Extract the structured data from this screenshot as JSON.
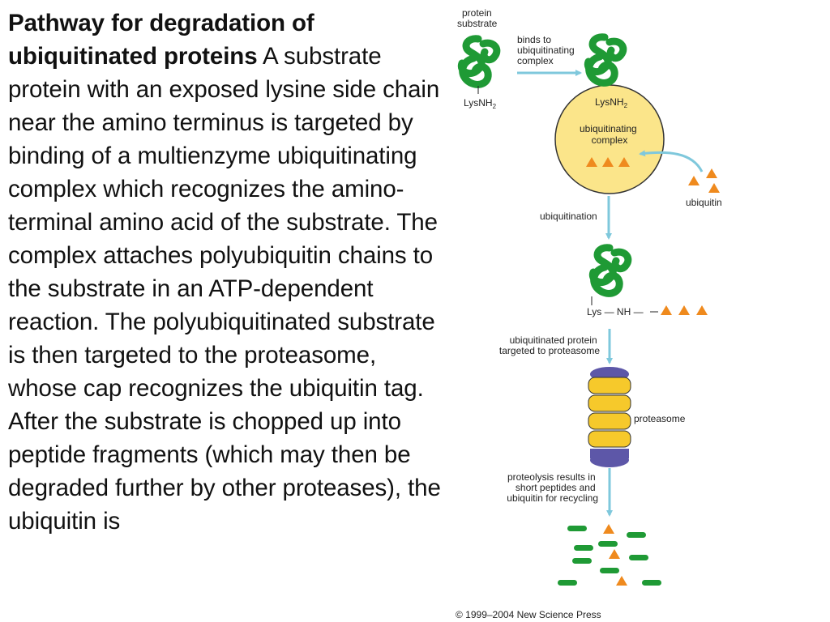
{
  "description": {
    "title": "Pathway for degradation of ubiquitinated proteins",
    "body": " A substrate protein with an exposed lysine side chain near the amino terminus is targeted by binding of a multienzyme ubiquitinating complex which recognizes the amino-terminal amino acid of the substrate. The complex attaches polyubiquitin chains to the substrate in an ATP-dependent reaction. The polyubiquitinated substrate is then targeted to the proteasome, whose cap recognizes the ubiquitin tag. After the substrate is chopped up into peptide fragments (which may then be degraded further by other proteases), the ubiquitin is"
  },
  "diagram": {
    "protein_substrate": [
      "protein",
      "substrate"
    ],
    "lysnh2_left": "LysNH",
    "binds_to": [
      "binds to",
      "ubiquitinating",
      "complex"
    ],
    "lysnh2_complex": "LysNH",
    "complex_label": [
      "ubiquitinating",
      "complex"
    ],
    "ubiquitin": "ubiquitin",
    "ubiquitination": "ubiquitination",
    "lys_nh": "Lys — NH —",
    "targeted": [
      "ubiquitinated protein",
      "targeted to proteasome"
    ],
    "proteasome": "proteasome",
    "proteolysis": [
      "proteolysis results in",
      "short peptides and",
      "ubiquitin for recycling"
    ],
    "copyright": "© 1999–2004 New Science Press",
    "colors": {
      "protein_green": "#1f9a35",
      "complex_yellow": "#fbe58a",
      "ubiquitin_orange": "#ef8a1e",
      "arrow_blue": "#7fc8dc",
      "proteasome_yellow": "#f6c92b",
      "proteasome_cap_purple": "#5d57a8"
    }
  }
}
